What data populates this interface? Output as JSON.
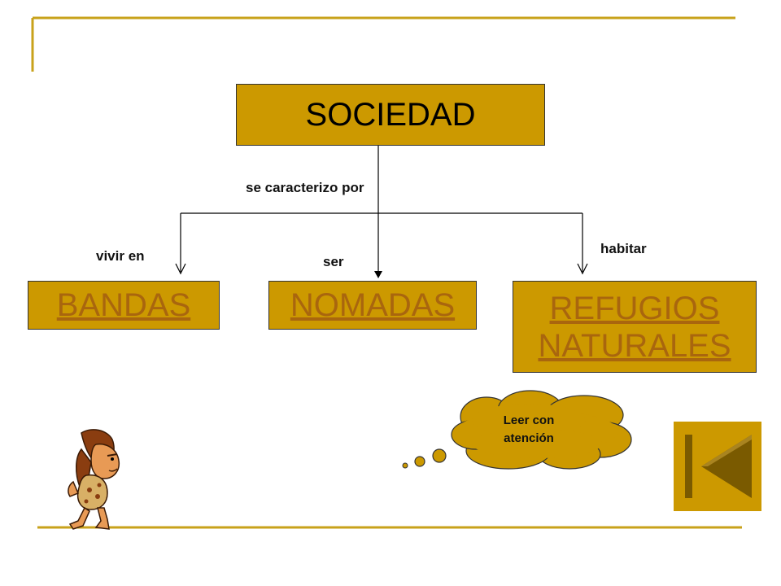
{
  "diagram": {
    "root": "SOCIEDAD",
    "connector_label": "se caracterizo por",
    "branches": [
      {
        "relation": "vivir en",
        "target": "BANDAS"
      },
      {
        "relation": "ser",
        "target": "NOMADAS"
      },
      {
        "relation": "habitar",
        "target_line1": "REFUGIOS",
        "target_line2": "NATURALES"
      }
    ]
  },
  "thought_bubble": {
    "line1": "Leer con",
    "line2": "atención"
  },
  "navigation": {
    "back_icon": "back-to-start-icon"
  },
  "colors": {
    "box_fill": "#cc9900",
    "link_text": "#a9660e",
    "frame_line": "#c8a21b"
  }
}
